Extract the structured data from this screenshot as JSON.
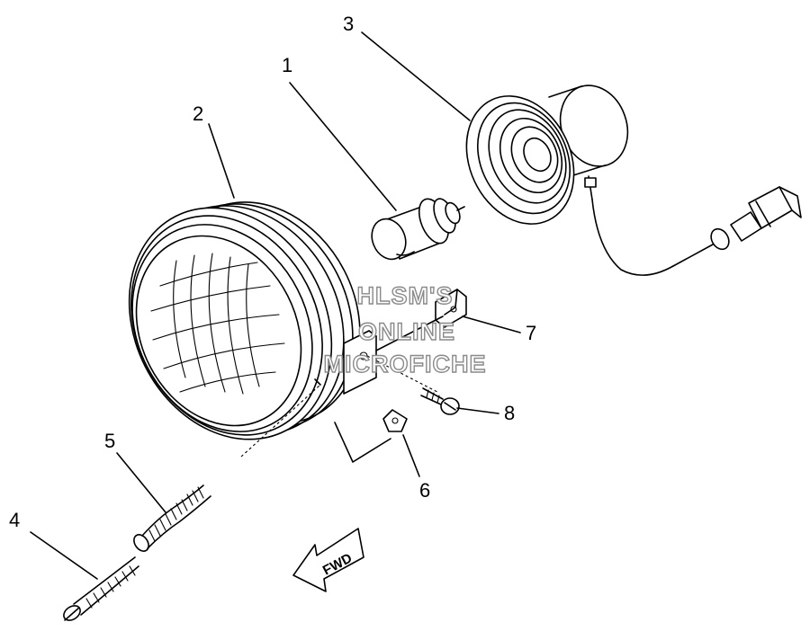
{
  "diagram": {
    "callouts": [
      {
        "id": "1",
        "label": "1"
      },
      {
        "id": "2",
        "label": "2"
      },
      {
        "id": "3",
        "label": "3"
      },
      {
        "id": "4",
        "label": "4"
      },
      {
        "id": "5",
        "label": "5"
      },
      {
        "id": "6",
        "label": "6"
      },
      {
        "id": "7",
        "label": "7"
      },
      {
        "id": "8",
        "label": "8"
      }
    ],
    "direction_arrow": "FWD",
    "watermark": [
      "HLSM'S",
      "ONLINE",
      "MICROFICHE"
    ]
  }
}
